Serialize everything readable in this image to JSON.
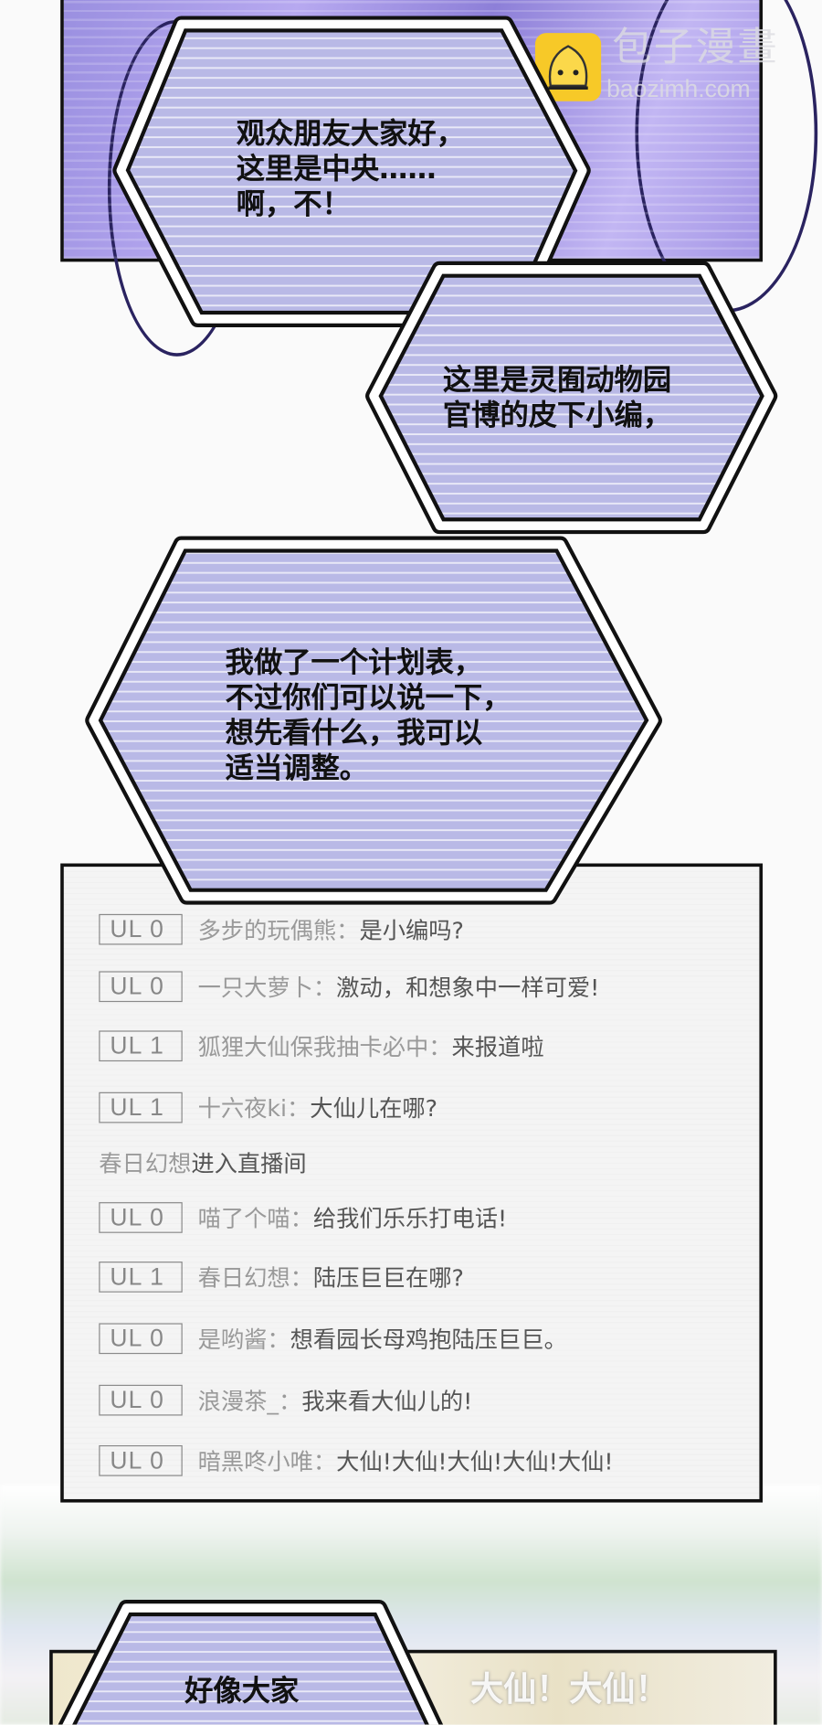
{
  "watermark": {
    "title": "包子漫畫",
    "url": "baozimh.com",
    "logo_color": "#f7c928",
    "icon": "baozi-bun-icon"
  },
  "bubbles": [
    {
      "lines": [
        "观众朋友大家好，",
        "这里是中央……",
        "啊，不！"
      ]
    },
    {
      "lines": [
        "这里是灵囿动物园",
        "官博的皮下小编，"
      ]
    },
    {
      "lines": [
        "我做了一个计划表，",
        "不过你们可以说一下，",
        "想先看什么，我可以",
        "适当调整。"
      ]
    },
    {
      "lines": [
        "好像大家"
      ]
    }
  ],
  "chat": [
    {
      "badge": "UL 0",
      "user": "多步的玩偶熊：",
      "message": "是小编吗?"
    },
    {
      "badge": "UL 0",
      "user": "一只大萝卜：",
      "message": "激动，和想象中一样可爱!"
    },
    {
      "badge": "UL 1",
      "user": "狐狸大仙保我抽卡必中：",
      "message": "来报道啦"
    },
    {
      "badge": "UL 1",
      "user": "十六夜ki：",
      "message": "大仙儿在哪?"
    },
    {
      "system": true,
      "user": "春日幻想",
      "message": "进入直播间"
    },
    {
      "badge": "UL 0",
      "user": "喵了个喵：",
      "message": "给我们乐乐打电话!"
    },
    {
      "badge": "UL 1",
      "user": "春日幻想：",
      "message": "陆压巨巨在哪?"
    },
    {
      "badge": "UL 0",
      "user": "是哟酱：",
      "message": "想看园长母鸡抱陆压巨巨。"
    },
    {
      "badge": "UL 0",
      "user": "浪漫茶_：",
      "message": "我来看大仙儿的!"
    },
    {
      "badge": "UL 0",
      "user": "暗黑咚小唯：",
      "message": "大仙!大仙!大仙!大仙!大仙!"
    }
  ],
  "background_shout": "大仙！大仙！",
  "colors": {
    "bubble_fill": "#b9b9e6",
    "stripe": "#e9e9f7",
    "chat_bg": "#f4f4f4"
  }
}
